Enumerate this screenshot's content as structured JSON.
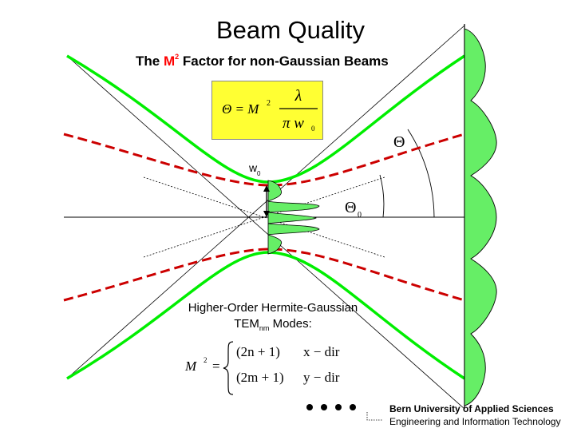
{
  "title": "Beam Quality",
  "subtitle": {
    "before": "The ",
    "m": "M",
    "sup": "2",
    "after": " Factor for non-Gaussian Beams"
  },
  "formula_box": {
    "lhs": "Θ = M",
    "exp": "2",
    "num": "λ",
    "den_pi": "π w",
    "den_sub": "0"
  },
  "labels": {
    "w0": "w",
    "w0_sub": "0",
    "theta": "Θ",
    "theta0": "Θ",
    "theta0_sub": "0"
  },
  "hg_label": {
    "line1": "Higher-Order Hermite-Gaussian",
    "line2_pre": "TEM",
    "line2_sub": "nm",
    "line2_post": " Modes:"
  },
  "m2_formula": {
    "lhs": "M",
    "exp": "2",
    "eq": "=",
    "row1_expr": "(2n + 1)",
    "row1_dir": "x − dir",
    "row2_expr": "(2m + 1)",
    "row2_dir": "y − dir"
  },
  "bern": {
    "name": "Bern University of Applied Sciences",
    "dept": "Engineering and Information Technology"
  },
  "colors": {
    "green": "#00ee00",
    "red": "#cc0000",
    "yellow": "#ffff33",
    "subtitle_m": "#ff0000"
  }
}
